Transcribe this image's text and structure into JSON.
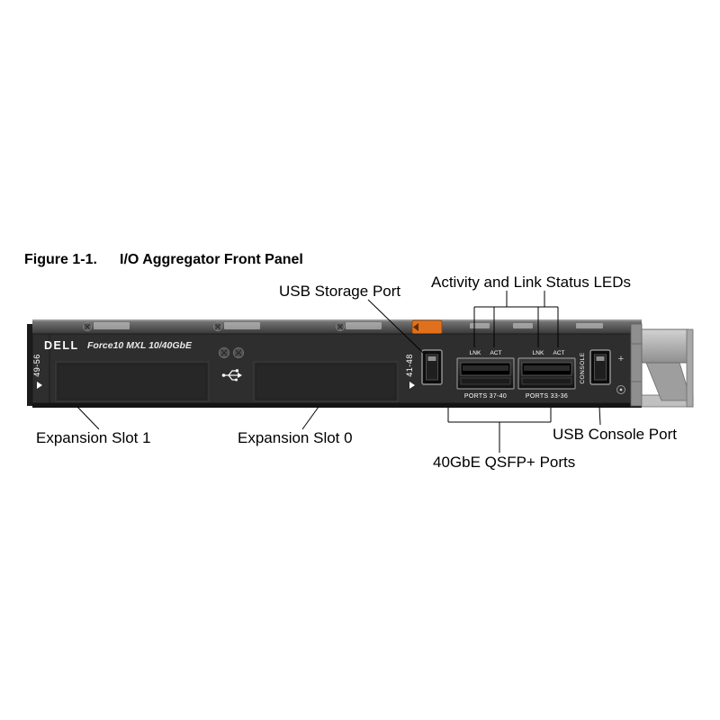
{
  "figure": {
    "caption_label": "Figure 1-1.",
    "caption_title": "I/O Aggregator Front Panel"
  },
  "callouts": {
    "usb_storage": "USB Storage Port",
    "activity_leds": "Activity and Link Status LEDs",
    "expansion_slot_1": "Expansion Slot 1",
    "expansion_slot_0": "Expansion Slot 0",
    "usb_console": "USB Console Port",
    "qsfp_ports": "40GbE QSFP+ Ports"
  },
  "panel": {
    "brand": "DELL",
    "model": "Force10 MXL 10/40GbE",
    "port_group_left": "49-56",
    "port_group_mid": "41-48",
    "led_labels": [
      "LNK",
      "ACT",
      "LNK",
      "ACT"
    ],
    "qsfp_port_1_label": "PORTS 37-40",
    "qsfp_port_2_label": "PORTS 33-36",
    "console_label": "CONSOLE",
    "plus_symbol": "+"
  },
  "colors": {
    "panel_dark": "#2e2e2e",
    "accent_orange": "#e0701c",
    "latch_gray": "#b5b5b5"
  }
}
